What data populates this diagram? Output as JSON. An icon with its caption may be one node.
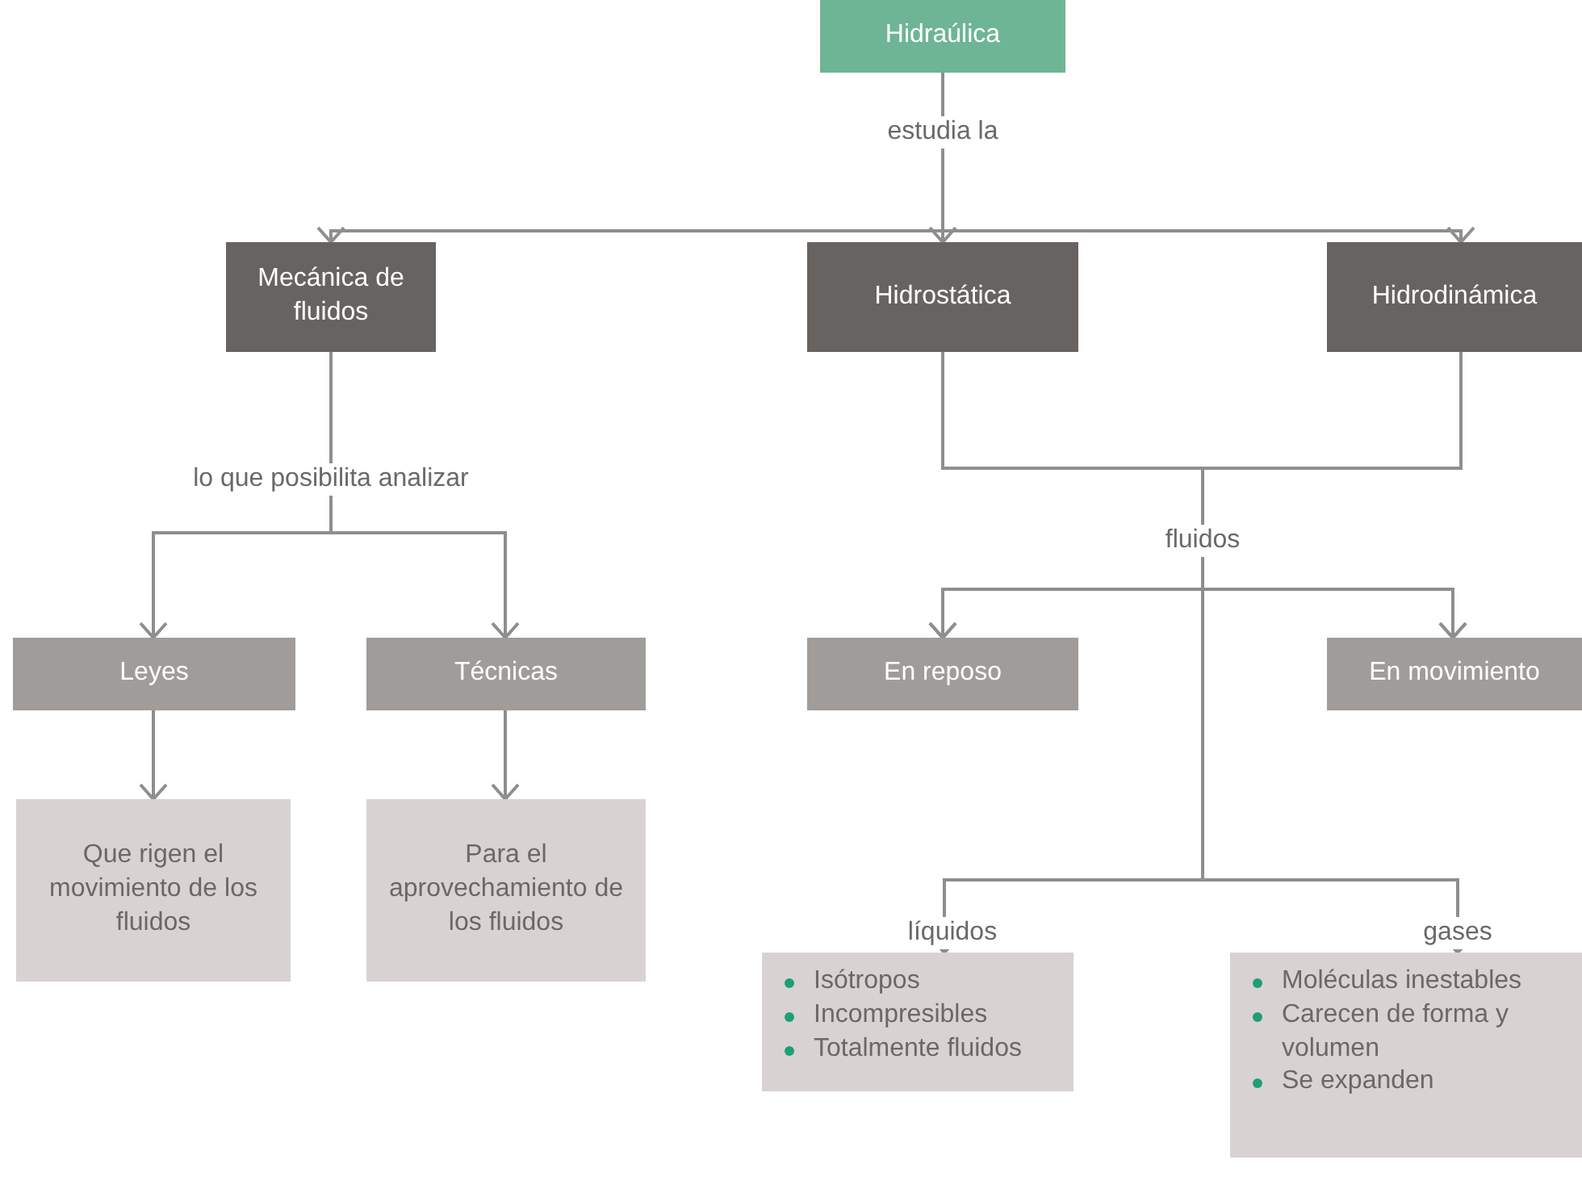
{
  "diagram": {
    "nodes": [
      {
        "text": [
          "Hidraúlica"
        ]
      },
      {
        "text": [
          "Mecánica de fluidos"
        ]
      },
      {
        "text": [
          "Hidrostática"
        ]
      },
      {
        "text": [
          "Hidrodinámica"
        ]
      },
      {
        "text": [
          "Leyes"
        ]
      },
      {
        "text": [
          "Técnicas"
        ]
      },
      {
        "text": [
          "Que rigen el movimiento de los fluidos"
        ]
      },
      {
        "text": [
          "Para el aprovechamiento de los fluidos"
        ]
      },
      {
        "text": [
          "En reposo"
        ]
      },
      {
        "text": [
          "En movimiento"
        ]
      },
      {
        "text": [
          "Isótropos",
          "Incompresibles",
          "Totalmente fluidos"
        ]
      },
      {
        "text": [
          "Moléculas inestables",
          "Carecen de forma y volumen",
          "Se expanden"
        ]
      }
    ],
    "edges": [
      {
        "from": 0,
        "to": 1,
        "arrow": "to",
        "label": "estudia la"
      },
      {
        "from": 0,
        "to": 2,
        "arrow": "to"
      },
      {
        "from": 0,
        "to": 3,
        "arrow": "to"
      },
      {
        "from": 1,
        "to": 4,
        "arrow": "to",
        "label": "lo que posibilita analizar"
      },
      {
        "from": 1,
        "to": 5,
        "arrow": "to"
      },
      {
        "from": 4,
        "to": 6,
        "arrow": "to"
      },
      {
        "from": 5,
        "to": 7,
        "arrow": "to"
      },
      {
        "from": 2,
        "to": 8,
        "arrow": "to",
        "label": "fluidos"
      },
      {
        "from": 2,
        "to": 9,
        "arrow": "to"
      },
      {
        "from": 3,
        "to": 8,
        "arrow": "to"
      },
      {
        "from": 3,
        "to": 9,
        "arrow": "to"
      },
      {
        "from": 2,
        "to": 10,
        "arrow": "to",
        "label": "líquidos"
      },
      {
        "from": 2,
        "to": 11,
        "arrow": "to",
        "label": "gases"
      },
      {
        "from": 3,
        "to": 10,
        "arrow": "to"
      },
      {
        "from": 3,
        "to": 11,
        "arrow": "to"
      }
    ]
  }
}
